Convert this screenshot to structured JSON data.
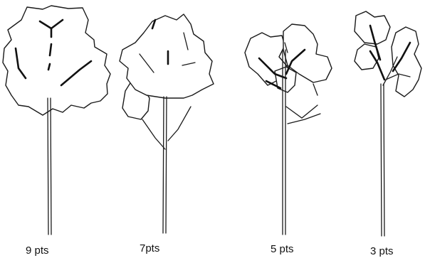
{
  "trees": [
    {
      "label": "9 pts"
    },
    {
      "label": "7pts"
    },
    {
      "label": "5 pts"
    },
    {
      "label": "3 pts"
    }
  ]
}
